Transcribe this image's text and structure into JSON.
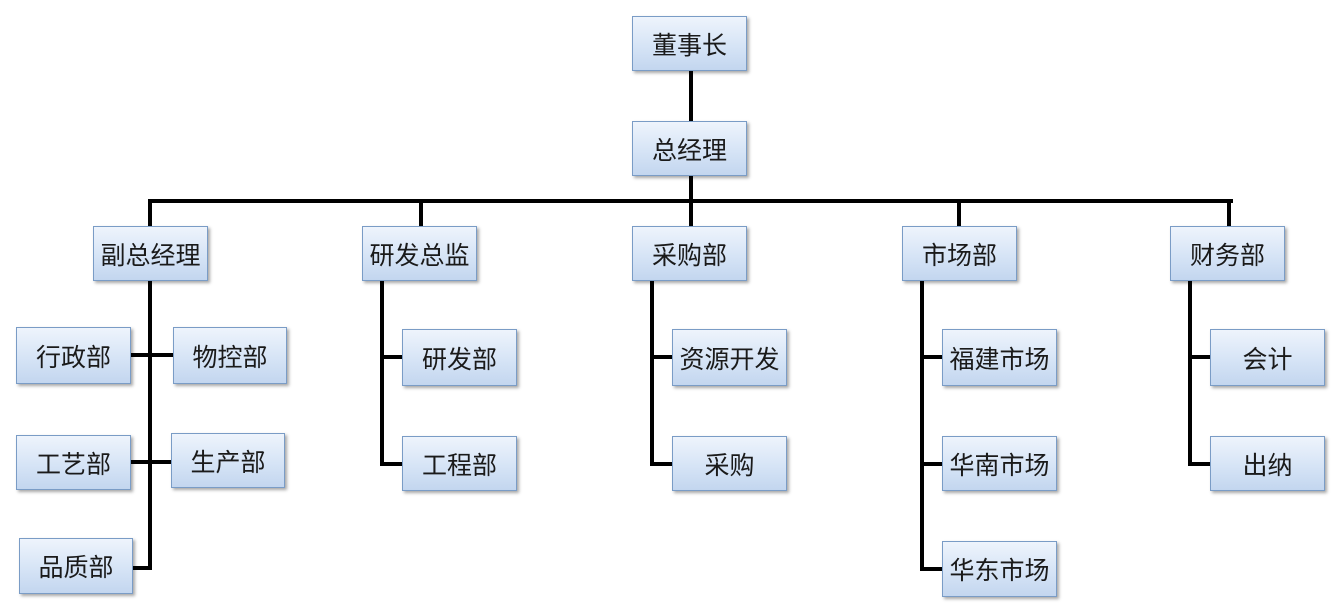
{
  "org_chart": {
    "chairman": "董事长",
    "general_manager": "总经理",
    "divisions": [
      {
        "label": "副总经理",
        "children": [
          "行政部",
          "物控部",
          "工艺部",
          "生产部",
          "品质部"
        ]
      },
      {
        "label": "研发总监",
        "children": [
          "研发部",
          "工程部"
        ]
      },
      {
        "label": "采购部",
        "children": [
          "资源开发",
          "采购"
        ]
      },
      {
        "label": "市场部",
        "children": [
          "福建市场",
          "华南市场",
          "华东市场"
        ]
      },
      {
        "label": "财务部",
        "children": [
          "会计",
          "出纳"
        ]
      }
    ]
  }
}
